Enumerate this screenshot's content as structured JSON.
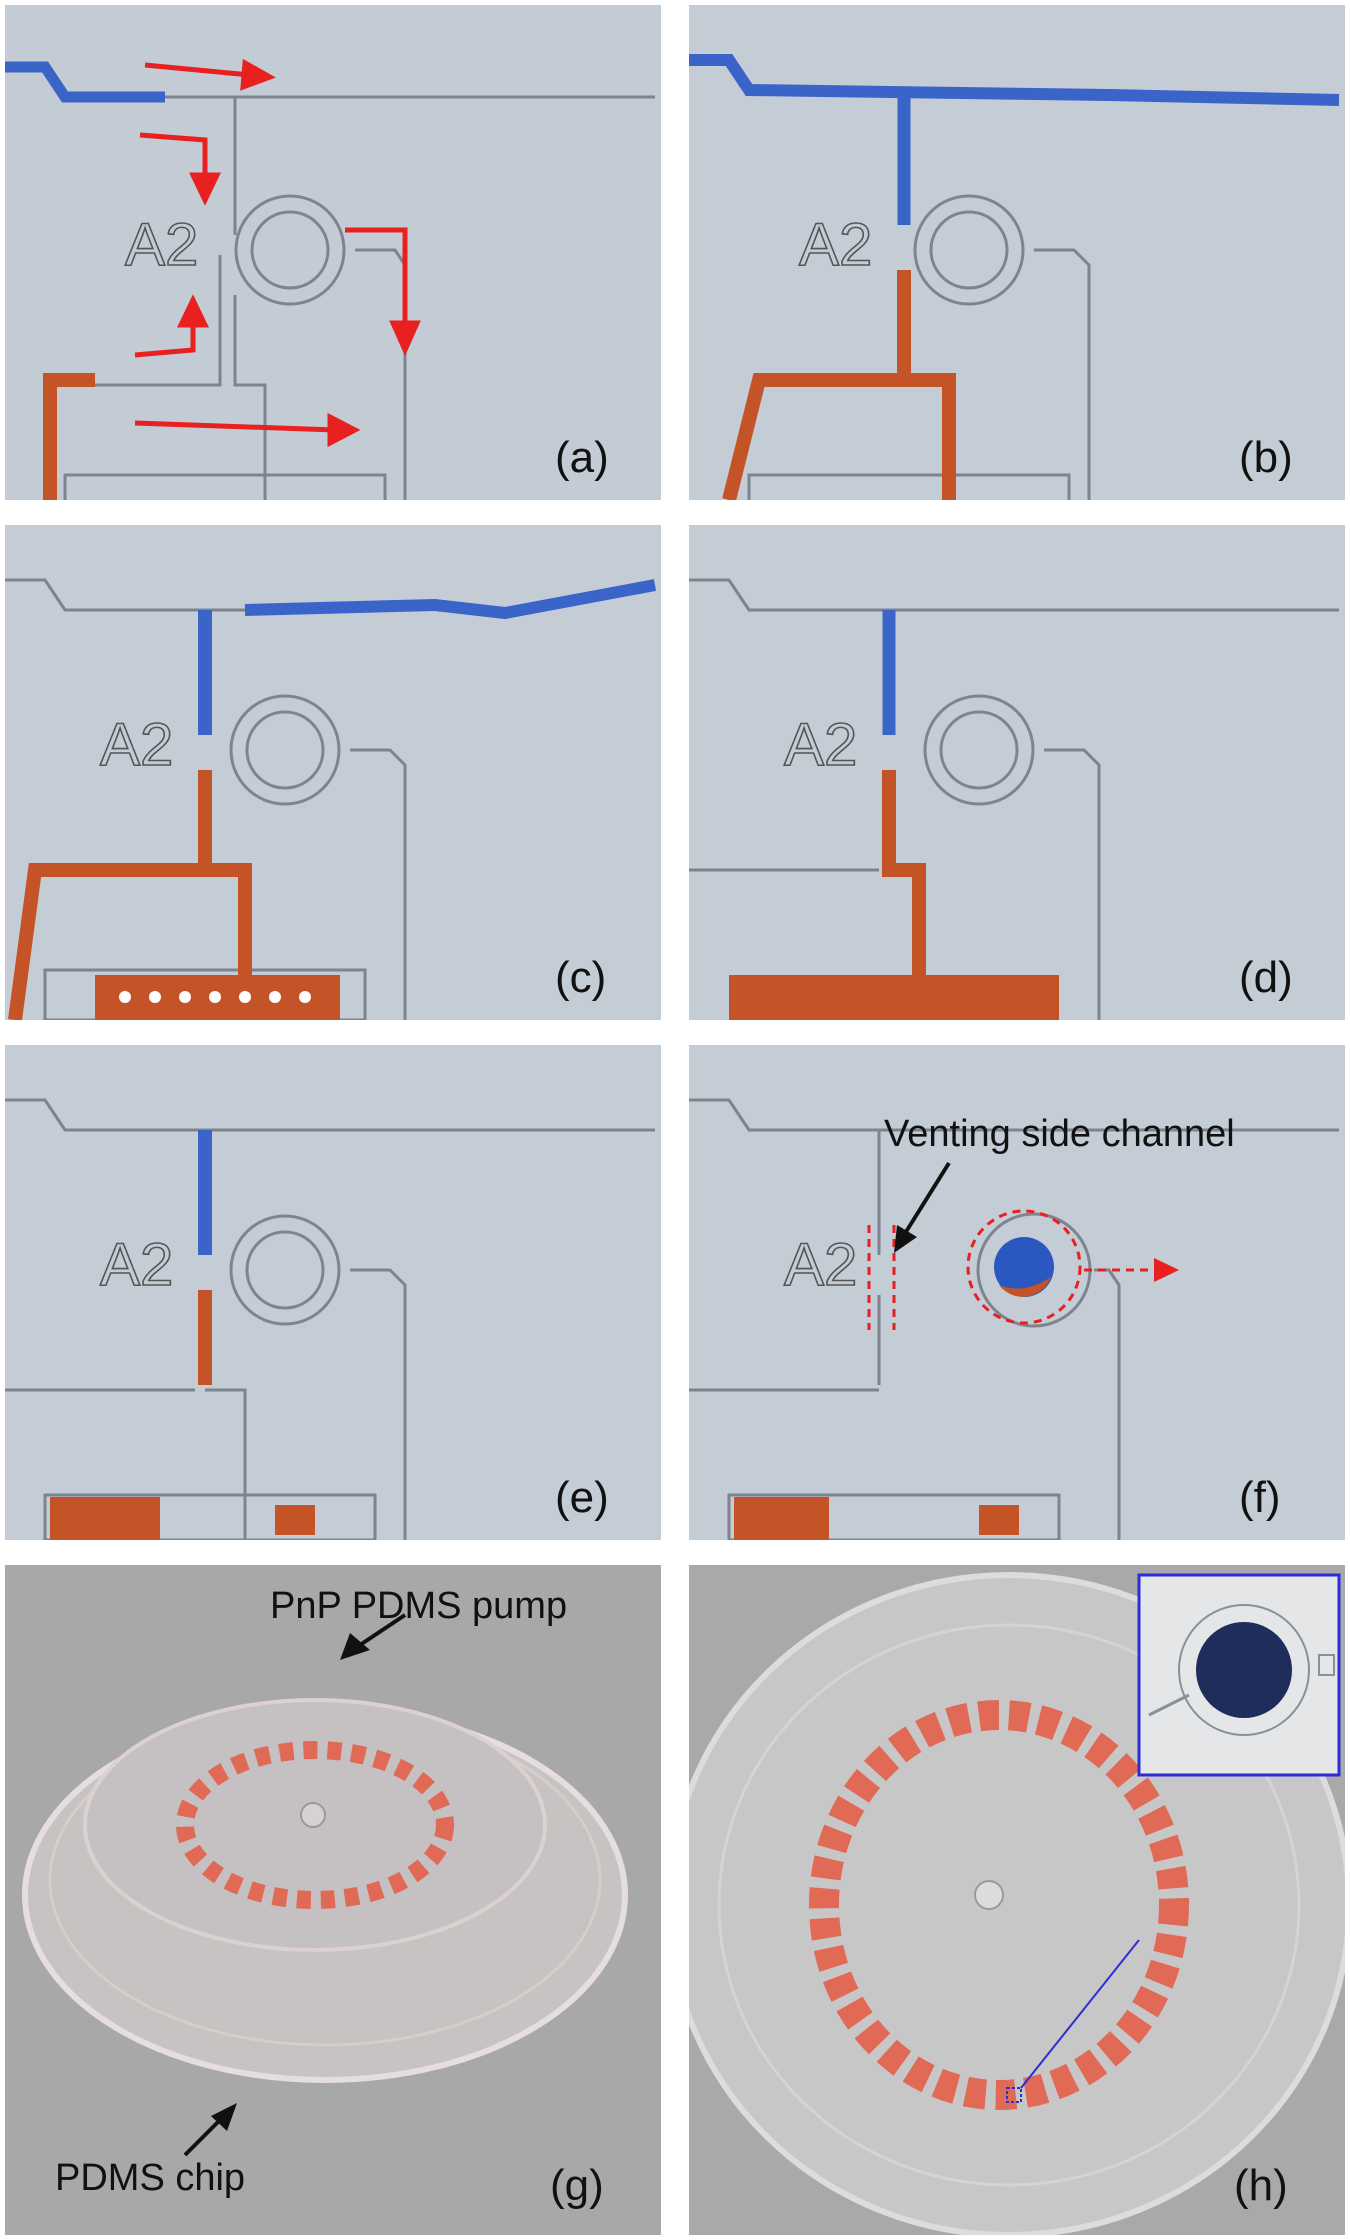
{
  "panels": [
    {
      "label": "(a)",
      "chamber_label": "A2"
    },
    {
      "label": "(b)",
      "chamber_label": "A2"
    },
    {
      "label": "(c)",
      "chamber_label": "A2"
    },
    {
      "label": "(d)",
      "chamber_label": "A2"
    },
    {
      "label": "(e)",
      "chamber_label": "A2"
    },
    {
      "label": "(f)",
      "chamber_label": "A2",
      "annotation": "Venting side channel"
    },
    {
      "label": "(g)",
      "annotations": [
        "PnP PDMS pump",
        "PDMS chip"
      ]
    },
    {
      "label": "(h)"
    }
  ],
  "colors": {
    "blue_fluid": "#3a64c8",
    "orange_fluid": "#c45428",
    "arrow_red": "#e82020",
    "background": "#c4ccd6",
    "inset_border": "#2d2dd8"
  }
}
